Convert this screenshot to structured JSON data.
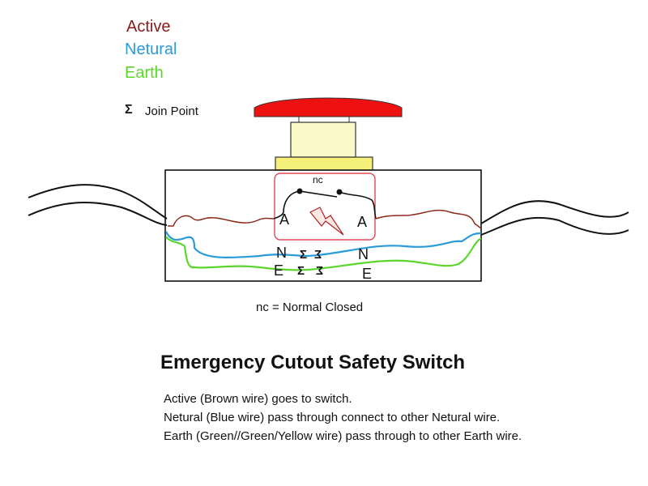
{
  "legend": {
    "active": {
      "label": "Active",
      "color": "#8b1a1a"
    },
    "neutral": {
      "label": "Netural",
      "color": "#2a9ad8"
    },
    "earth": {
      "label": "Earth",
      "color": "#5cd62c"
    },
    "join_symbol": "Σ",
    "join_label": "Join Point"
  },
  "switch": {
    "contact_label": "nc",
    "terminal_left": "A",
    "terminal_right": "A",
    "neutral_left": "N",
    "neutral_right": "N",
    "earth_left": "E",
    "earth_right": "E",
    "button_color": "#ee1111",
    "housing_color": "#fafac8",
    "base_color": "#f5f07a"
  },
  "note": "nc = Normal Closed",
  "title": "Emergency Cutout Safety Switch",
  "descriptions": [
    "Active (Brown wire) goes to switch.",
    "Netural (Blue wire) pass through connect to other Netural wire.",
    "Earth (Green//Green/Yellow wire) pass through to other Earth wire."
  ]
}
